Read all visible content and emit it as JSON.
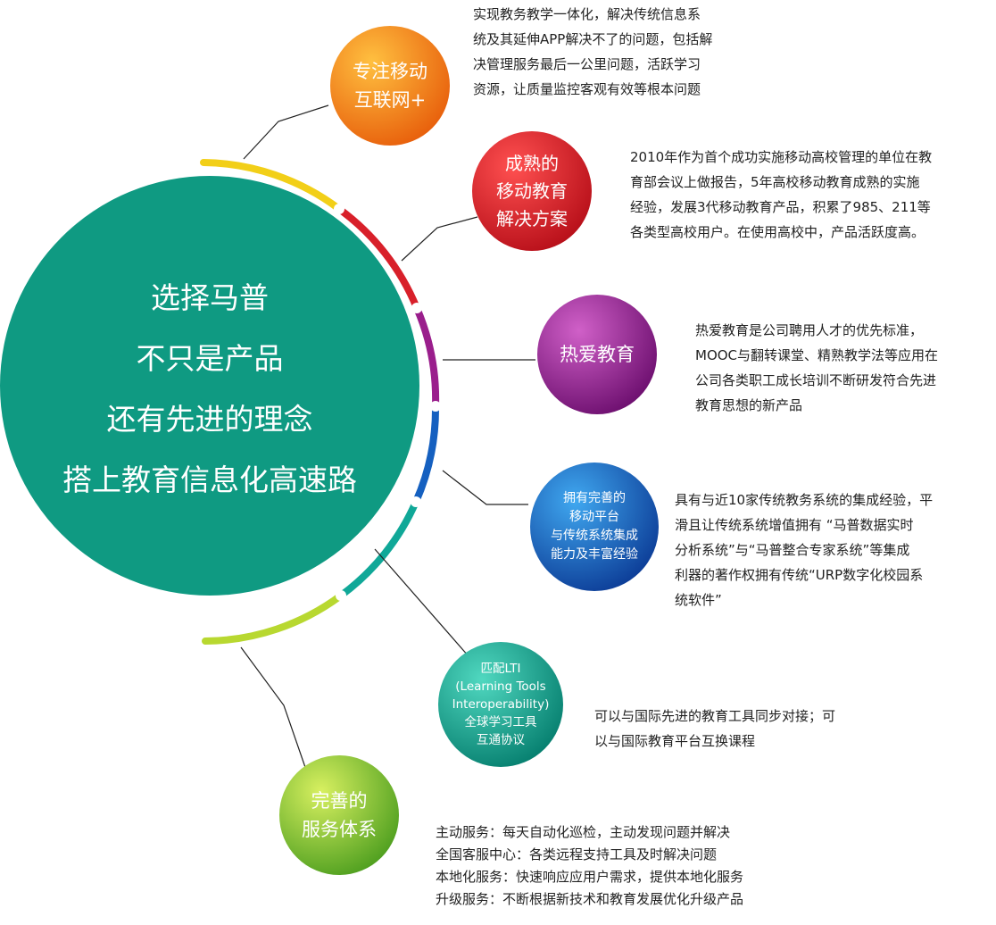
{
  "center": {
    "lines": [
      "选择马普",
      "不只是产品",
      "还有先进的理念",
      "搭上教育信息化高速路"
    ],
    "color": "#0f9a82"
  },
  "nodes": [
    {
      "label": "专注移动\n互联网+",
      "color": "#f07818",
      "desc": "实现教务教学一体化，解决传统信息系\n统及其延伸APP解决不了的问题，包括解\n决管理服务最后一公里问题，活跃学习\n资源，让质量监控客观有效等根本问题"
    },
    {
      "label": "成熟的\n移动教育\n解决方案",
      "color": "#d8202a",
      "desc": "2010年作为首个成功实施移动高校管理的单位在教\n育部会议上做报告，5年高校移动教育成熟的实施\n经验，发展3代移动教育产品，积累了985、211等\n各类型高校用户。在使用高校中，产品活跃度高。"
    },
    {
      "label": "热爱教育",
      "color": "#9a1e8c",
      "desc": "热爱教育是公司聘用人才的优先标准，\nMOOC与翻转课堂、精熟教学法等应用在\n公司各类职工成长培训不断研发符合先进\n教育思想的新产品"
    },
    {
      "label": "拥有完善的\n移动平台\n与传统系统集成\n能力及丰富经验",
      "color": "#1560c0",
      "desc": "具有与近10家传统教务系统的集成经验，平\n滑且让传统系统增值拥有 “马普数据实时\n分析系统”与“马普整合专家系统”等集成\n利器的著作权拥有传统“URP数字化校园系\n统软件”"
    },
    {
      "label": "匹配LTI\n(Learning Tools\nInteroperability)\n全球学习工具\n互通协议",
      "color": "#10a898",
      "desc": "可以与国际先进的教育工具同步对接；可\n以与国际教育平台互换课程"
    },
    {
      "label": "完善的\n服务体系",
      "color": "#7cc040",
      "desc": "主动服务：每天自动化巡检，主动发现问题并解决\n全国客服中心：各类远程支持工具及时解决问题\n本地化服务：快速响应应用户需求，提供本地化服务\n升级服务：不断根据新技术和教育发展优化升级产品"
    }
  ]
}
